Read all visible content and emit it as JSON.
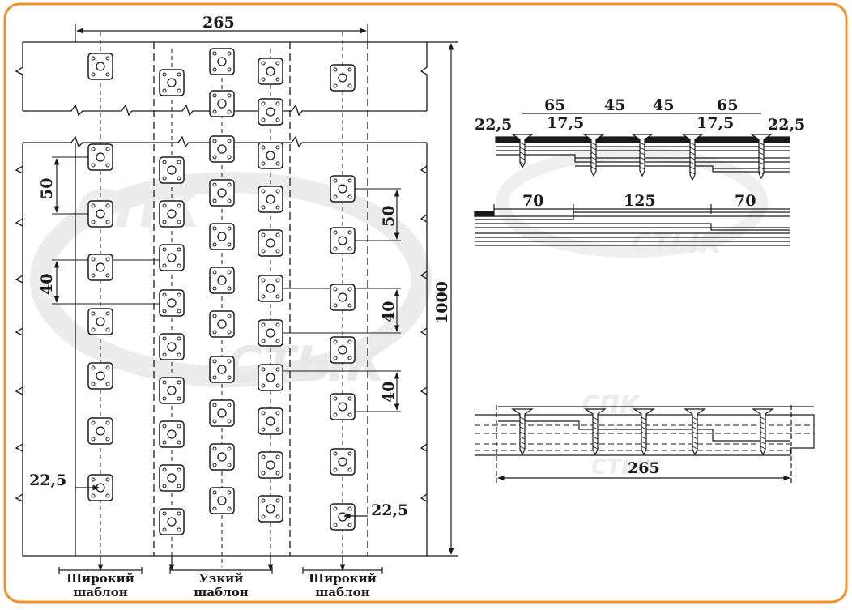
{
  "colors": {
    "frame": "#f0922b",
    "line": "#1a1a1a",
    "watermark": "#e9e9e9"
  },
  "left_view": {
    "top_width": "265",
    "height": "1000",
    "spacing_50_left": "50",
    "spacing_40_left": "40",
    "spacing_50_right": "50",
    "spacing_40_right_a": "40",
    "spacing_40_right_b": "40",
    "offset_left": "22,5",
    "offset_right": "22,5",
    "caption_left_1": "Широкий",
    "caption_left_2": "шаблон",
    "caption_mid_1": "Узкий",
    "caption_mid_2": "шаблон",
    "caption_right_1": "Широкий",
    "caption_right_2": "шаблон"
  },
  "section_top": {
    "dims_top": [
      "65",
      "45",
      "45",
      "65"
    ],
    "dim_left_edge": "22,5",
    "dim_left_step": "17,5",
    "dim_right_step": "17,5",
    "dim_right_edge": "22,5"
  },
  "section_mid": {
    "dims": [
      "70",
      "125",
      "70"
    ]
  },
  "section_bottom": {
    "total": "265"
  },
  "watermark": {
    "line1": "СПК",
    "line2": "СТЫК"
  }
}
